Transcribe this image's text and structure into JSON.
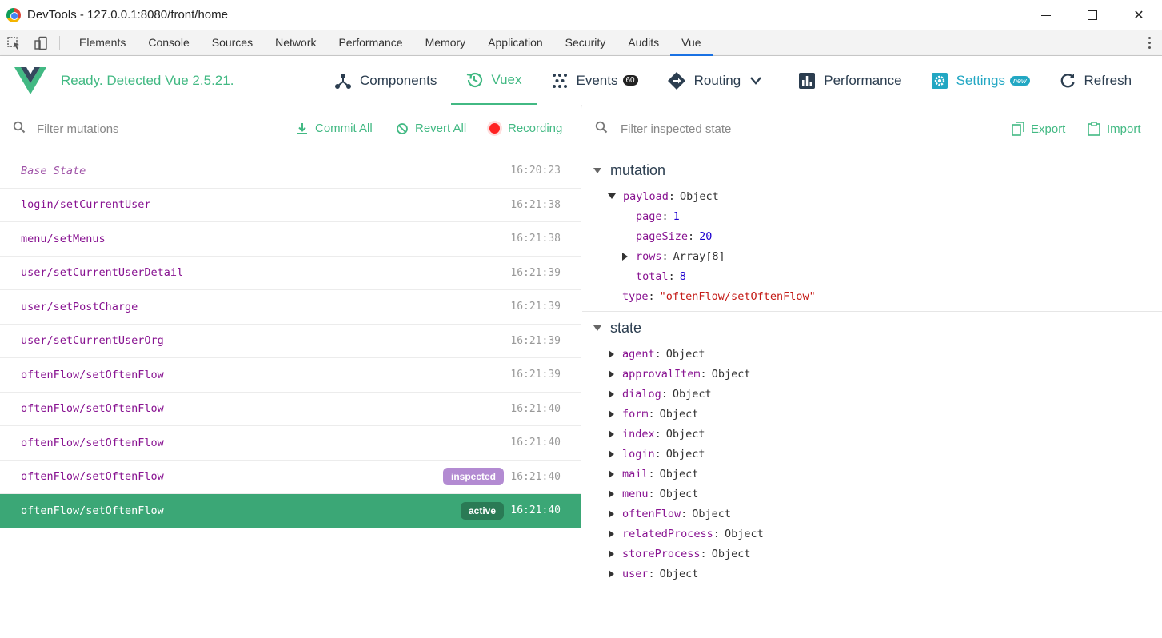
{
  "window": {
    "title": "DevTools - 127.0.0.1:8080/front/home",
    "minimize": "",
    "maximize": "",
    "close": "✕"
  },
  "devtools_tabs": [
    "Elements",
    "Console",
    "Sources",
    "Network",
    "Performance",
    "Memory",
    "Application",
    "Security",
    "Audits",
    "Vue"
  ],
  "active_devtools_tab": "Vue",
  "vue": {
    "status": "Ready. Detected Vue 2.5.21.",
    "nav": {
      "components": "Components",
      "vuex": "Vuex",
      "events": "Events",
      "events_count": "60",
      "routing": "Routing",
      "performance": "Performance",
      "settings": "Settings",
      "settings_badge": "new",
      "refresh": "Refresh"
    },
    "accent": "#42b983"
  },
  "left": {
    "filter_placeholder": "Filter mutations",
    "commit_all": "Commit All",
    "revert_all": "Revert All",
    "recording": "Recording",
    "mutations": [
      {
        "name": "Base State",
        "time": "16:20:23",
        "base": true
      },
      {
        "name": "login/setCurrentUser",
        "time": "16:21:38"
      },
      {
        "name": "menu/setMenus",
        "time": "16:21:38"
      },
      {
        "name": "user/setCurrentUserDetail",
        "time": "16:21:39"
      },
      {
        "name": "user/setPostCharge",
        "time": "16:21:39"
      },
      {
        "name": "user/setCurrentUserOrg",
        "time": "16:21:39"
      },
      {
        "name": "oftenFlow/setOftenFlow",
        "time": "16:21:39"
      },
      {
        "name": "oftenFlow/setOftenFlow",
        "time": "16:21:40"
      },
      {
        "name": "oftenFlow/setOftenFlow",
        "time": "16:21:40"
      },
      {
        "name": "oftenFlow/setOftenFlow",
        "time": "16:21:40",
        "tag": "inspected"
      },
      {
        "name": "oftenFlow/setOftenFlow",
        "time": "16:21:40",
        "tag": "active"
      }
    ]
  },
  "right": {
    "filter_placeholder": "Filter inspected state",
    "export": "Export",
    "import": "Import",
    "mutation_title": "mutation",
    "payload_key": "payload",
    "payload_type": "Object",
    "payload_props": [
      {
        "key": "page",
        "value": "1",
        "kind": "num"
      },
      {
        "key": "pageSize",
        "value": "20",
        "kind": "num"
      },
      {
        "key": "rows",
        "value": "Array[8]",
        "kind": "obj",
        "expandable": true
      },
      {
        "key": "total",
        "value": "8",
        "kind": "num"
      }
    ],
    "type_key": "type",
    "type_value": "\"oftenFlow/setOftenFlow\"",
    "state_title": "state",
    "state_props": [
      {
        "key": "agent",
        "value": "Object"
      },
      {
        "key": "approvalItem",
        "value": "Object"
      },
      {
        "key": "dialog",
        "value": "Object"
      },
      {
        "key": "form",
        "value": "Object"
      },
      {
        "key": "index",
        "value": "Object"
      },
      {
        "key": "login",
        "value": "Object"
      },
      {
        "key": "mail",
        "value": "Object"
      },
      {
        "key": "menu",
        "value": "Object"
      },
      {
        "key": "oftenFlow",
        "value": "Object"
      },
      {
        "key": "relatedProcess",
        "value": "Object"
      },
      {
        "key": "storeProcess",
        "value": "Object"
      },
      {
        "key": "user",
        "value": "Object"
      }
    ]
  }
}
